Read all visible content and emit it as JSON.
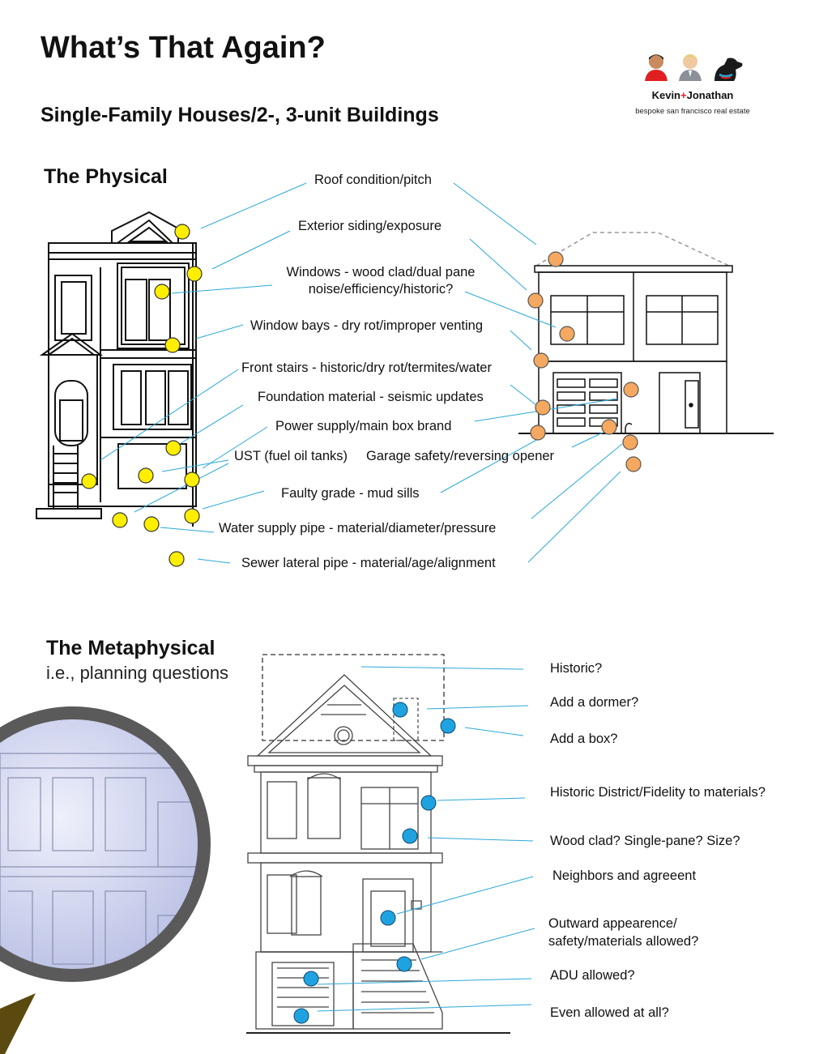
{
  "header": {
    "title": "What’s That Again?",
    "subtitle": "Single-Family Houses/2-, 3-unit Buildings"
  },
  "brand": {
    "name_part1": "Kevin",
    "name_plus": "+",
    "name_part2": "Jonathan",
    "tagline": "bespoke san francisco real estate",
    "accent_color": "#e02020"
  },
  "physical": {
    "heading": "The Physical",
    "dot_color": "#ffee00",
    "orange_dot_color": "#f5a860",
    "line_color": "#2aa8d8",
    "labels": {
      "roof": "Roof condition/pitch",
      "siding": "Exterior siding/exposure",
      "windows_line1": "Windows - wood clad/dual pane",
      "windows_line2": "noise/efficiency/historic?",
      "bays": "Window bays - dry rot/improper venting",
      "stairs": "Front stairs - historic/dry rot/termites/water",
      "foundation": "Foundation material - seismic updates",
      "power": "Power supply/main box brand",
      "ust": "UST (fuel oil tanks)",
      "garage": "Garage safety/reversing opener",
      "grade": "Faulty grade - mud sills",
      "water": "Water supply pipe - material/diameter/pressure",
      "sewer": "Sewer lateral pipe - material/age/alignment"
    }
  },
  "metaphysical": {
    "heading": "The Metaphysical",
    "subheading": "i.e., planning questions",
    "dot_color": "#1fa3e0",
    "labels": {
      "historic": "Historic?",
      "dormer": "Add a dormer?",
      "box": "Add a box?",
      "district": "Historic District/Fidelity to materials?",
      "wood": "Wood clad? Single-pane? Size?",
      "neighbors": "Neighbors and agreeent",
      "outward_line1": "Outward appearence/",
      "outward_line2": "safety/materials allowed?",
      "adu": "ADU allowed?",
      "even": "Even allowed at all?"
    }
  }
}
